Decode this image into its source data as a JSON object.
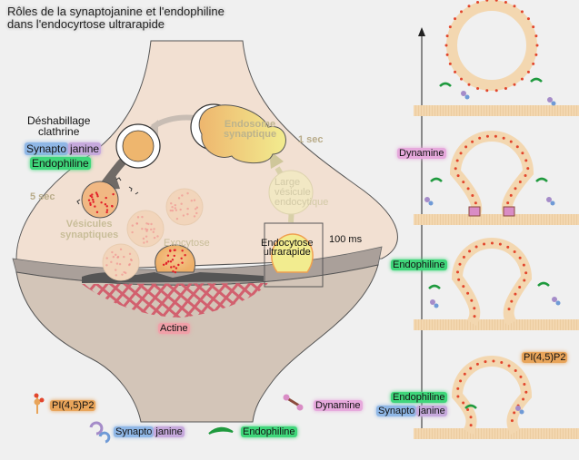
{
  "title": {
    "line1": "Rôles de la synaptojanine et l'endophiline",
    "line2": "dans l'endocyrtose ultrarapide"
  },
  "synapse": {
    "uncoating": {
      "line1": "Déshabillage",
      "line2": "clathrine"
    },
    "uncoating_proteins": {
      "synapto_part": "Synapto",
      "janine_part": "janine",
      "endophilin": "Endophiline"
    },
    "endosome": {
      "line1": "Endosome",
      "line2": "synaptique"
    },
    "time_1sec": "1 sec",
    "time_5sec": "5 sec",
    "large_vesicle": {
      "line1": "Large",
      "line2": "vésicule",
      "line3": "endocytique"
    },
    "synaptic_vesicles": {
      "line1": "Vésicules",
      "line2": "synaptiques"
    },
    "exocytosis": "Exocytose",
    "ultrafast": {
      "line1": "Endocytose",
      "line2": "ultrarapide"
    },
    "time_100ms": "100 ms",
    "actin": "Actine"
  },
  "stages": {
    "dynamin": "Dynamine",
    "endophilin": "Endophiline",
    "pip2": "PI(4,5)P2",
    "bottom_endophilin": "Endophiline",
    "bottom_synapto": "Synapto",
    "bottom_janine": "janine"
  },
  "legend": {
    "pip2": "PI(4,5)P2",
    "dynamin": "Dynamine",
    "synapto": "Synapto",
    "janine": "janine",
    "endophilin": "Endophiline"
  },
  "colors": {
    "cytoplasm": "#f2e0d2",
    "postsynaptic": "#d3c5b8",
    "membrane": "#f3d7b0",
    "pip2_head": "#e2452c",
    "endophilin": "#1f9a3e",
    "synaptojanin_blue": "#6f9ad6",
    "synaptojanin_purple": "#a58cc9",
    "dynamin": "#d98cc5",
    "actin": "#d2606e",
    "vesicle": "#f0b97a"
  }
}
